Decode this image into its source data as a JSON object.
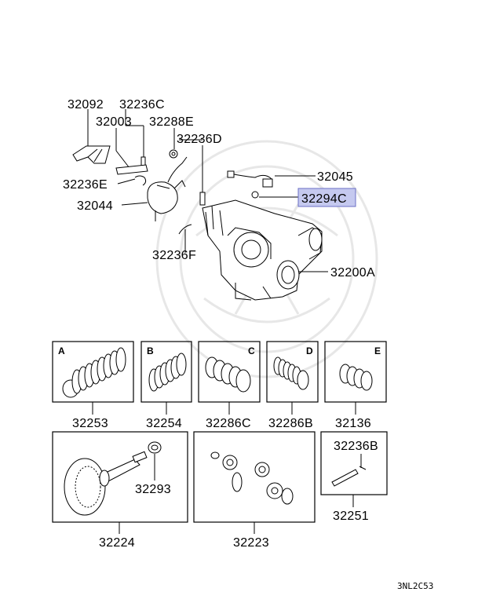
{
  "parts": {
    "p32092": "32092",
    "p32236C": "32236C",
    "p32003": "32003",
    "p32288E": "32288E",
    "p32236D": "32236D",
    "p32045": "32045",
    "p32294C": "32294C",
    "p32236E": "32236E",
    "p32044": "32044",
    "p32236F": "32236F",
    "p32200A": "32200A",
    "p32253": "32253",
    "p32254": "32254",
    "p32286C": "32286C",
    "p32286B": "32286B",
    "p32136": "32136",
    "p32293": "32293",
    "p32236B": "32236B",
    "p32224": "32224",
    "p32223": "32223",
    "p32251": "32251"
  },
  "boxes": {
    "a": "A",
    "b": "B",
    "c": "C",
    "d": "D",
    "e": "E"
  },
  "footer_code": "3NL2C53",
  "colors": {
    "highlight_fill": "#c5c9ef",
    "highlight_stroke": "#6b6fc4",
    "ink": "#000000",
    "watermark": "#d8d8d8"
  }
}
